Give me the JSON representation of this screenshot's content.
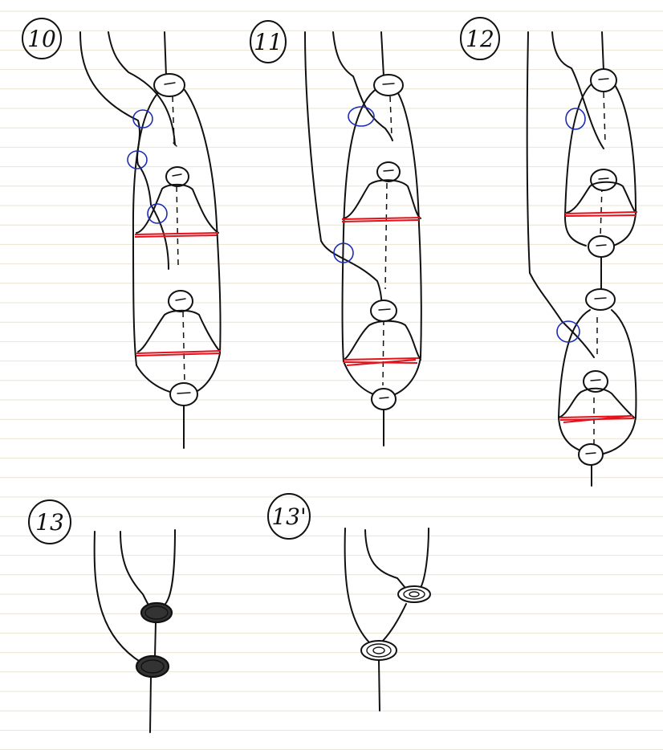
{
  "panels": [
    {
      "id": "p10",
      "label": "10"
    },
    {
      "id": "p11",
      "label": "11"
    },
    {
      "id": "p12",
      "label": "12"
    },
    {
      "id": "p13",
      "label": "13"
    },
    {
      "id": "p13b",
      "label": "13'"
    }
  ],
  "colors": {
    "paper": "#ffffff",
    "rule_line": "#e9e4cf",
    "ink": "#111111",
    "tie_band": "#e2111a",
    "pass_circle": "#1c2db5"
  }
}
